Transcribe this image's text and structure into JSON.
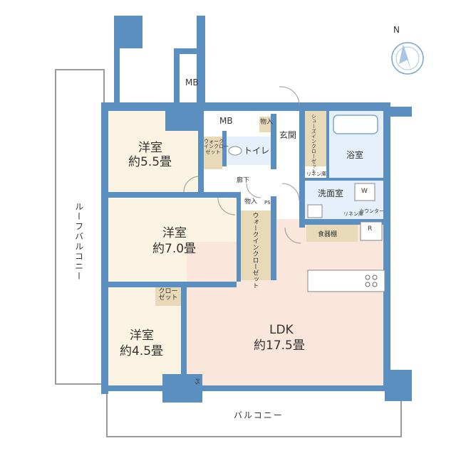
{
  "colors": {
    "wall": "#5b8fbf",
    "room_cream": "#fbf4e3",
    "room_peach": "#fae6da",
    "closet_tan": "#e8d9b8",
    "bath_blue": "#e5f0fa",
    "balcony_line": "#9a9a9a",
    "text": "#333333"
  },
  "icons": {
    "compass": "compass-icon"
  },
  "labels": {
    "compass_n": "N",
    "mb_top": "MB",
    "mb_mid": "MB",
    "room1_name": "洋室",
    "room1_size": "約5.5畳",
    "room2_name": "洋室",
    "room2_size": "約7.0畳",
    "room3_name": "洋室",
    "room3_size": "約4.5畳",
    "ldk_name": "LDK",
    "ldk_size": "約17.5畳",
    "walkin1_a": "ウォーク",
    "walkin1_b": "インクロー",
    "walkin1_c": "ゼット",
    "walkin2": "ウォークインクローゼット",
    "closet_a": "クロー",
    "closet_b": "ゼット",
    "toilet": "トイレ",
    "storage1": "物入",
    "storage2": "物入",
    "ps": "PS",
    "pps": "PS",
    "entrance": "玄関",
    "shoes_closet": "シューズインクローゼット",
    "bath": "浴室",
    "linen1": "リネン庫",
    "linen2": "リネン庫",
    "washroom": "洗面室",
    "washer": "W",
    "counter": "カウンター",
    "hallway": "廊下",
    "cupboard": "食器棚",
    "fridge": "R",
    "roof_balcony": "ルーフバルコニー",
    "balcony": "バルコニー"
  }
}
